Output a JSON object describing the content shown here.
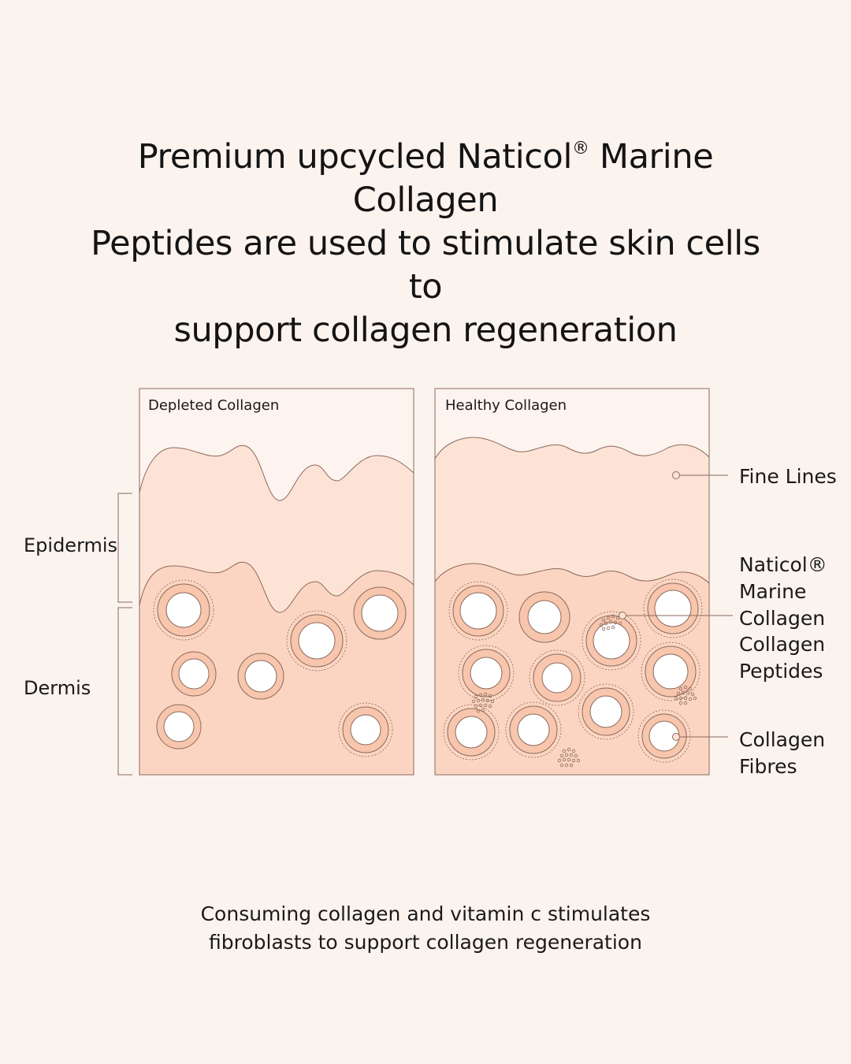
{
  "headline": {
    "line1_a": "Premium upcycled Naticol",
    "reg": "®",
    "line1_b": " Marine Collagen",
    "line2": "Peptides are used to stimulate skin cells to",
    "line3": "support collagen regeneration"
  },
  "panels": {
    "depleted": {
      "title": "Depleted Collagen"
    },
    "healthy": {
      "title": "Healthy Collagen"
    }
  },
  "layers": {
    "epidermis": "Epidermis",
    "dermis": "Dermis"
  },
  "callouts": {
    "fine_lines": "Fine Lines",
    "peptides": [
      "Naticol®",
      "Marine",
      "Collagen",
      "Collagen",
      "Peptides"
    ],
    "fibres": [
      "Collagen",
      "Fibres"
    ]
  },
  "footer": {
    "line1": "Consuming collagen and vitamin c stimulates",
    "line2": "fibroblasts to support collagen regeneration"
  },
  "colors": {
    "background": "#fbf3ee",
    "panel_top": "#fdf3ef",
    "epidermis": "#fde3d6",
    "dermis": "#fcd5c2",
    "cell_ring": "#f8c5ad",
    "outline": "#8a6a5c"
  }
}
